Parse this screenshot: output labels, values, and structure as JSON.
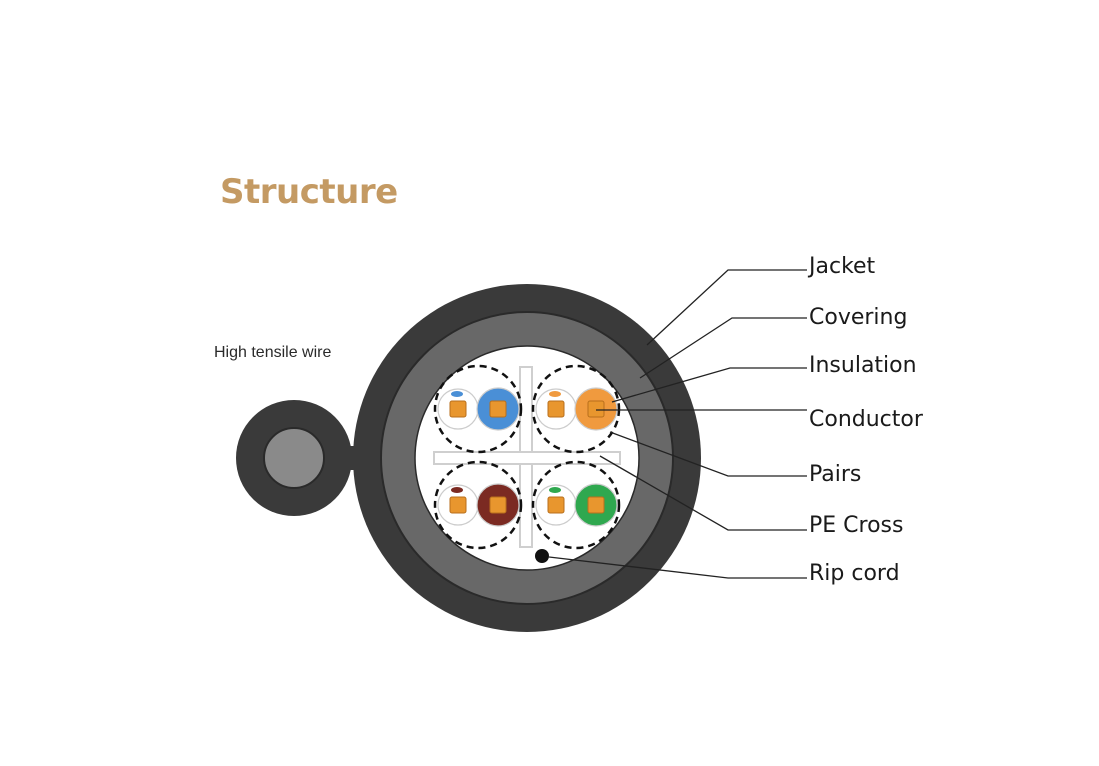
{
  "title": "Structure",
  "side_label": "High tensile wire",
  "callouts": [
    "Jacket",
    "Covering",
    "Insulation",
    "Conductor",
    "Pairs",
    "PE Cross",
    "Rip cord"
  ],
  "colors": {
    "title": "#c49a63",
    "jacket": "#3a3a3a",
    "covering": "#686868",
    "core": "#ffffff",
    "pair_blue": "#4a8fd6",
    "pair_orange": "#f09a3e",
    "pair_brown": "#7b2a22",
    "pair_green": "#2fa84f",
    "conductor": "#e8962e"
  },
  "pairs": [
    {
      "color_name": "blue"
    },
    {
      "color_name": "orange"
    },
    {
      "color_name": "brown"
    },
    {
      "color_name": "green"
    }
  ]
}
